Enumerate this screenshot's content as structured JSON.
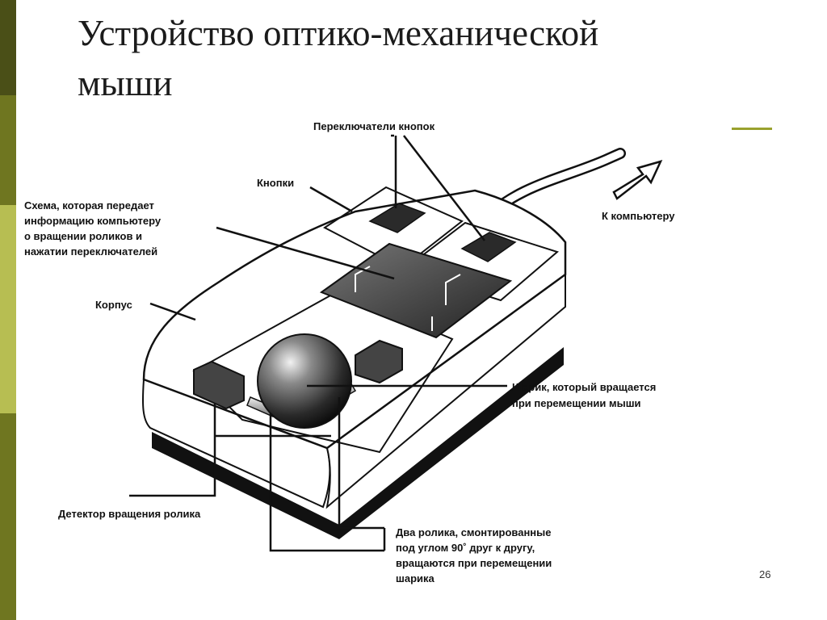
{
  "slide": {
    "title_line1": "Устройство оптико-механической",
    "title_line2": "мыши",
    "page_number": "26"
  },
  "labels": {
    "switches": "Переключатели кнопок",
    "buttons": "Кнопки",
    "circuit_1": "Схема, которая передает",
    "circuit_2": "информацию компьютеру",
    "circuit_3": "о вращении роликов  и",
    "circuit_4": "нажатии переключателей",
    "case": "Корпус",
    "to_computer": "К компьютеру",
    "ball_1": "Шарик, который вращается",
    "ball_2": "при перемещении мыши",
    "detector": "Детектор вращения ролика",
    "rollers_1": "Два ролика, смонтированные",
    "rollers_2": "под углом 90˚ друг к другу,",
    "rollers_3": "вращаются при перемещении",
    "rollers_4": "шарика"
  },
  "colors": {
    "bar_dark": "#4a4f17",
    "bar_mid": "#6f7620",
    "bar_light": "#b7be52",
    "accent": "#9aa12e"
  }
}
